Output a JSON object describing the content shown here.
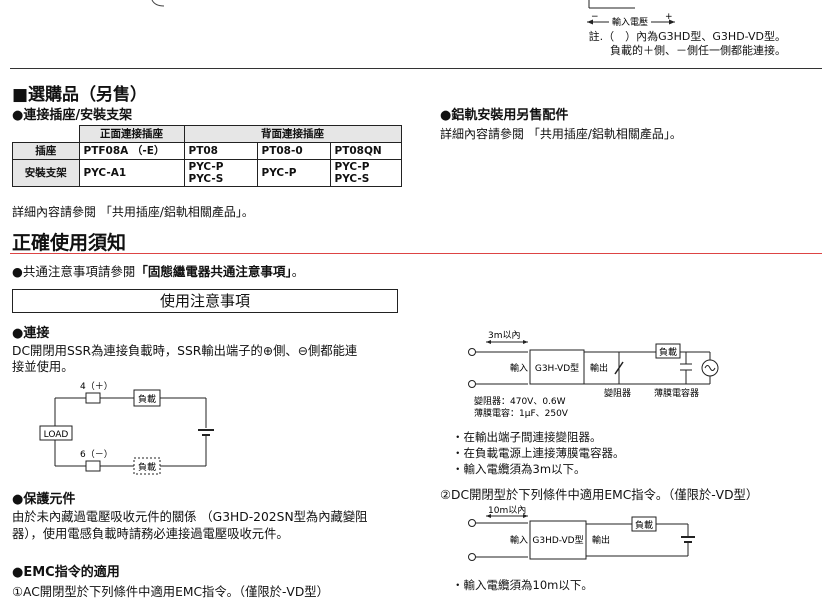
{
  "top_diagram": {
    "label_input_voltage": "輸入電壓"
  },
  "top_note": {
    "line1": "註.（　）內為G3HD型、G3HD-VD型。",
    "line2": "負載的＋側、－側任一側都能連接。"
  },
  "options": {
    "heading": "■選購品（另售）",
    "sub_heading": "●連接插座/安裝支架",
    "table": {
      "group_front": "正面連接插座",
      "group_back": "背面連接插座",
      "row_socket_label": "插座",
      "row_socket": [
        "PTF08A （-E）",
        "PT08",
        "PT08-0",
        "PT08QN"
      ],
      "row_bracket_label": "安裝支架",
      "row_bracket": [
        "PYC-A1",
        "PYC-P\nPYC-S",
        "PYC-P",
        "PYC-P\nPYC-S"
      ]
    },
    "note": "詳細內容請參閱 「共用插座/鋁軌相關產品」。",
    "right_heading": "●鋁軌安裝用另售配件",
    "right_note": "詳細內容請參閱 「共用插座/鋁軌相關產品」。"
  },
  "precautions": {
    "heading": "正確使用須知",
    "general_prefix": "●共通注意事項請參閱",
    "general_bold": "「固態繼電器共通注意事項」",
    "general_suffix": "。",
    "box_title": "使用注意事項",
    "connection": {
      "heading": "●連接",
      "text_line1": "DC開閉用SSR為連接負載時，SSR輸出端子的⊕側、⊖側都能連",
      "text_line2": "接並使用。",
      "diagram": {
        "term_plus": "4（＋）",
        "term_minus": "6（－）",
        "load": "負載",
        "load_box": "LOAD"
      }
    },
    "protection": {
      "heading": "●保護元件",
      "text_line1": "由於未內藏過電壓吸收元件的關係 （G3HD-202SN型為內藏變阻",
      "text_line2": "器），使用電感負載時請務必連接過電壓吸收元件。"
    },
    "emc": {
      "heading": "●EMC指令的適用",
      "item1": "①AC開閉型於下列條件中適用EMC指令。（僅限於-VD型）",
      "item2": "②DC開閉型於下列條件中適用EMC指令。（僅限於-VD型）"
    },
    "ac_diagram": {
      "dist": "3m以內",
      "input": "輸入",
      "model": "G3H-VD型",
      "output": "輸出",
      "load": "負載",
      "varistor": "變阻器",
      "film_cap": "薄膜電容器",
      "spec1": "變阻器：470V、0.6W",
      "spec2": "薄膜電容：1μF、250V"
    },
    "ac_bullets": [
      "・在輸出端子間連接變阻器。",
      "・在負載電源上連接薄膜電容器。",
      "・輸入電纜須為3m以下。"
    ],
    "dc_diagram": {
      "dist": "10m以內",
      "input": "輸入",
      "model": "G3HD-VD型",
      "output": "輸出",
      "load": "負載"
    },
    "dc_bullets": [
      "・輸入電纜須為10m以下。"
    ]
  }
}
